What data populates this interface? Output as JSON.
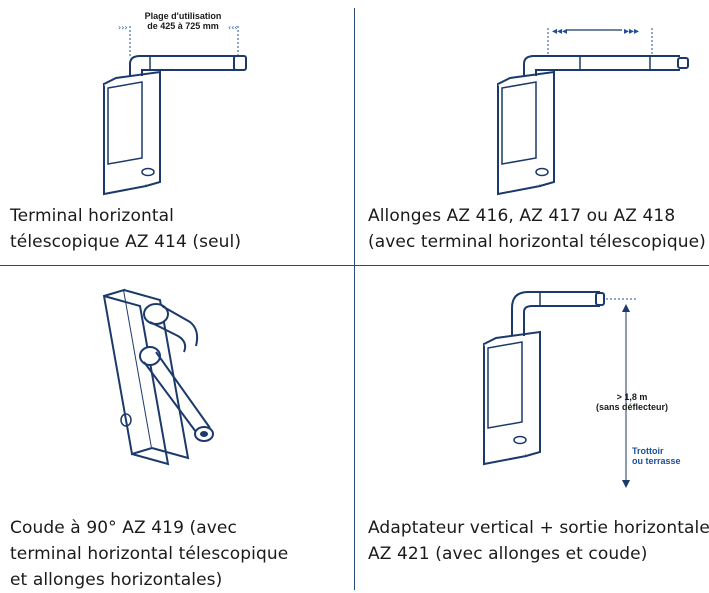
{
  "colors": {
    "outline": "#1b3a6b",
    "accent": "#1d4f9a",
    "divider": "#2a4a7a"
  },
  "panels": [
    {
      "caption": [
        "Terminal horizontal",
        "télescopique AZ 414 (seul)"
      ],
      "annotation": [
        "Plage d'utilisation",
        "de 425 à 725 mm"
      ]
    },
    {
      "caption": [
        "Allonges AZ 416, AZ 417 ou AZ 418",
        "(avec terminal horizontal télescopique)"
      ]
    },
    {
      "caption": [
        "Coude à 90° AZ 419 (avec",
        "terminal horizontal télescopique",
        "et allonges horizontales)"
      ]
    },
    {
      "caption": [
        "Adaptateur vertical + sortie horizontale",
        "AZ 421 (avec allonges et coude)"
      ],
      "height_label": [
        "> 1,8 m",
        "(sans déflecteur)"
      ],
      "ground_label": [
        "Trottoir",
        "ou terrasse"
      ]
    }
  ]
}
